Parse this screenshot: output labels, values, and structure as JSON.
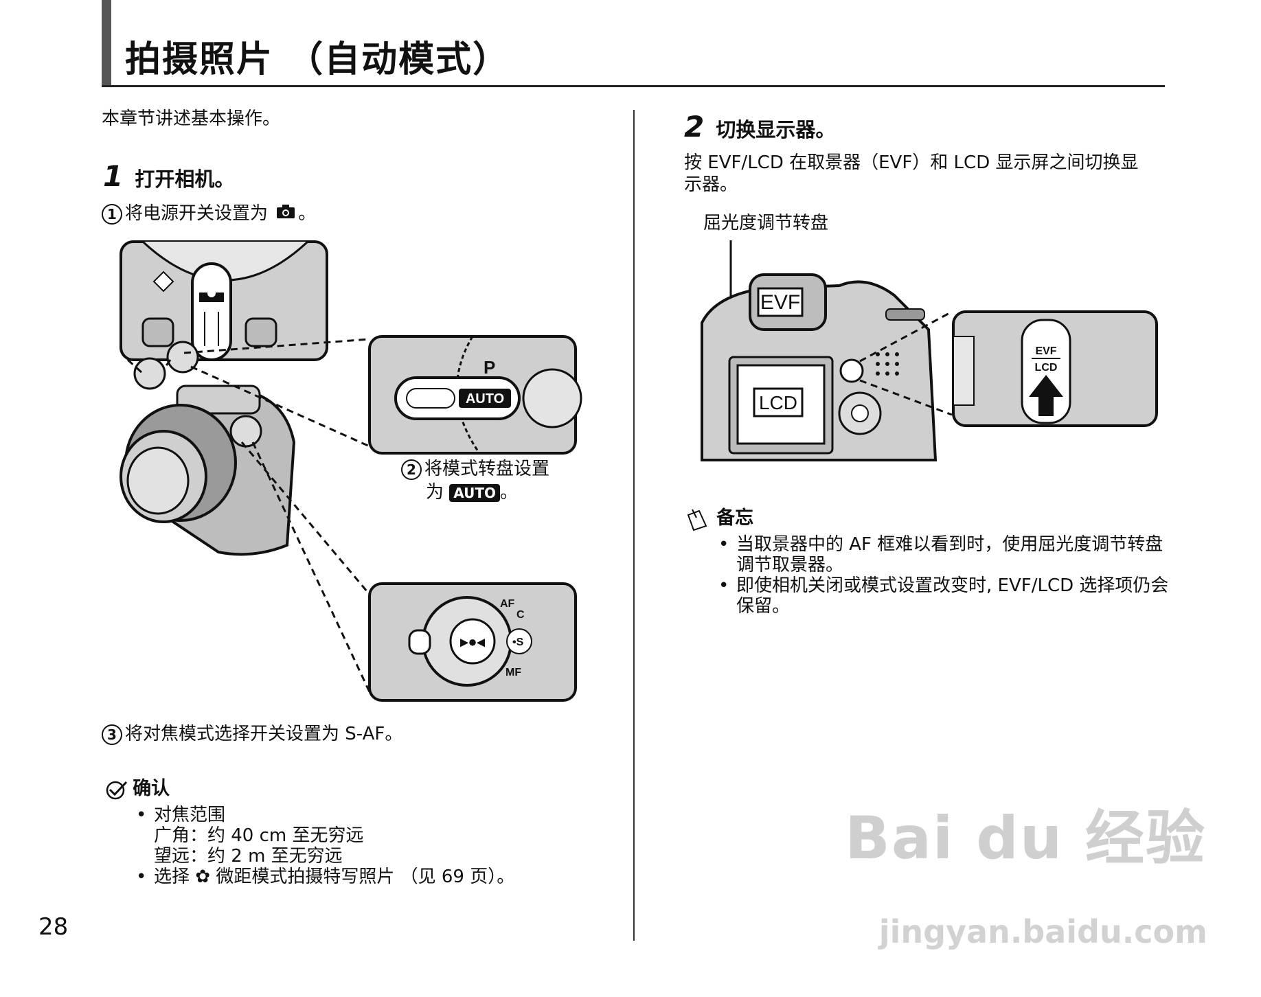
{
  "header": {
    "title": "拍摄照片 （自动模式）"
  },
  "intro": "本章节讲述基本操作。",
  "step1": {
    "number": "1",
    "title": "打开相机。",
    "sub1_num": "1",
    "sub1_text": "将电源开关设置为",
    "sub1_end": "。",
    "sub2_num": "2",
    "sub2_line1": "将模式转盘设置",
    "sub2_line2_pre": "为",
    "sub2_badge": "AUTO",
    "sub2_line2_end": "。",
    "sub3_num": "3",
    "sub3_text": "将对焦模式选择开关设置为 S-AF。"
  },
  "dial_labels": {
    "auto": "AUTO",
    "p": "P",
    "af": "AF",
    "c": "C",
    "s": "•S",
    "mf": "MF"
  },
  "confirm": {
    "heading": "确认",
    "bullets": [
      {
        "lines": [
          "对焦范围",
          "广角：约 40 cm 至无穷远",
          "望远：约 2 m 至无穷远"
        ]
      },
      {
        "lines": [
          "选择 ✿ 微距模式拍摄特写照片 （见 69 页）。"
        ]
      }
    ]
  },
  "step2": {
    "number": "2",
    "title": "切换显示器。",
    "body_line1": "按 EVF/LCD 在取景器（EVF）和 LCD 显示屏之间切换显",
    "body_line2": "示器。",
    "callout": "屈光度调节转盘",
    "evf_label": "EVF",
    "lcd_label": "LCD",
    "btn_top": "EVF",
    "btn_bottom": "LCD"
  },
  "memo": {
    "heading": "备忘",
    "bullets": [
      {
        "lines": [
          "当取景器中的 AF 框难以看到时，使用屈光度调节转盘",
          "调节取景器。"
        ]
      },
      {
        "lines": [
          "即使相机关闭或模式设置改变时, EVF/LCD 选择项仍会",
          "保留。"
        ]
      }
    ]
  },
  "page_number": "28",
  "watermark": {
    "brand": "Bai du 经验",
    "url": "jingyan.baidu.com"
  }
}
